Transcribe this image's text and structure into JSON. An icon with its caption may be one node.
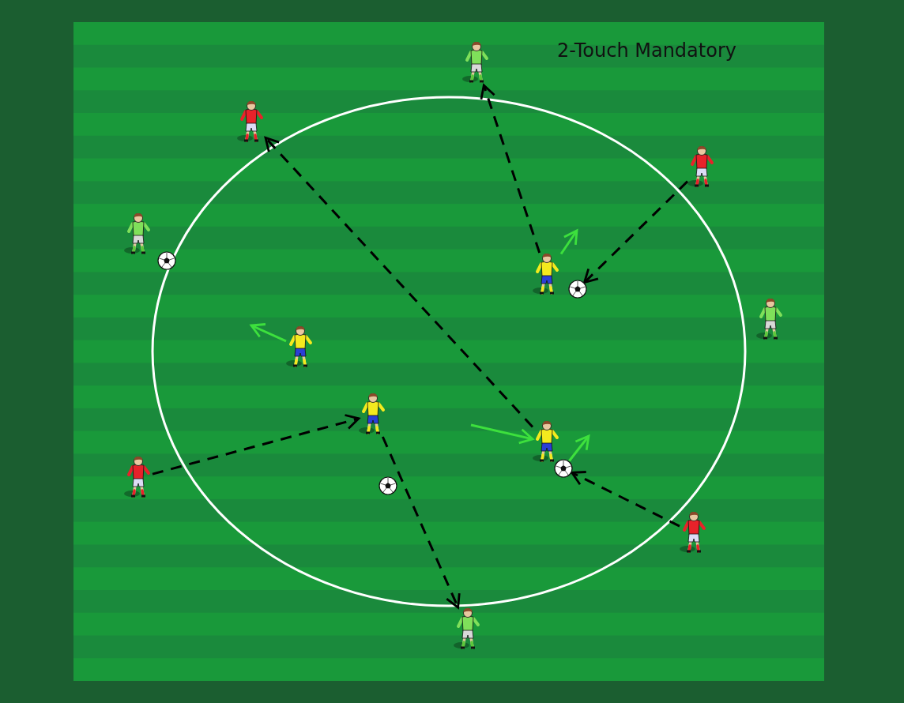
{
  "diagram": {
    "nodes": [
      {
        "text": [],
        "shape": "person"
      },
      {
        "text": [],
        "shape": "person"
      },
      {
        "text": [],
        "shape": "person"
      },
      {
        "text": [],
        "shape": "person"
      },
      {
        "text": [],
        "shape": "ball"
      },
      {
        "text": [],
        "shape": "person"
      },
      {
        "text": [],
        "shape": "ball"
      },
      {
        "text": [],
        "shape": "person"
      },
      {
        "text": [],
        "shape": "person"
      },
      {
        "text": [],
        "shape": "person"
      },
      {
        "text": [],
        "shape": "person"
      },
      {
        "text": [],
        "shape": "ball"
      },
      {
        "text": [],
        "shape": "person"
      },
      {
        "text": [],
        "shape": "ball"
      },
      {
        "text": [],
        "shape": "person"
      },
      {
        "text": [],
        "shape": "person"
      }
    ],
    "edges": [
      {
        "from": 12,
        "to": 9,
        "arrow": "to",
        "style": "dashed"
      },
      {
        "from": 9,
        "to": 15,
        "arrow": "to",
        "style": "dashed"
      },
      {
        "from": 14,
        "to": 11,
        "arrow": "to",
        "style": "dashed"
      },
      {
        "from": 2,
        "to": 6,
        "arrow": "to",
        "style": "dashed"
      },
      {
        "from": 5,
        "to": 0,
        "arrow": "to",
        "style": "dashed"
      },
      {
        "from": 10,
        "to": 1,
        "arrow": "to",
        "style": "dashed"
      },
      {
        "from": 8,
        "to": null,
        "arrow": "to",
        "color": "#3de03d"
      },
      {
        "from": 5,
        "to": null,
        "arrow": "to",
        "color": "#3de03d"
      },
      {
        "from": null,
        "to": 10,
        "arrow": "to",
        "color": "#3de03d"
      },
      {
        "from": 11,
        "to": null,
        "arrow": "to",
        "color": "#3de03d"
      }
    ],
    "labels": [
      "2-Touch Mandatory"
    ]
  }
}
